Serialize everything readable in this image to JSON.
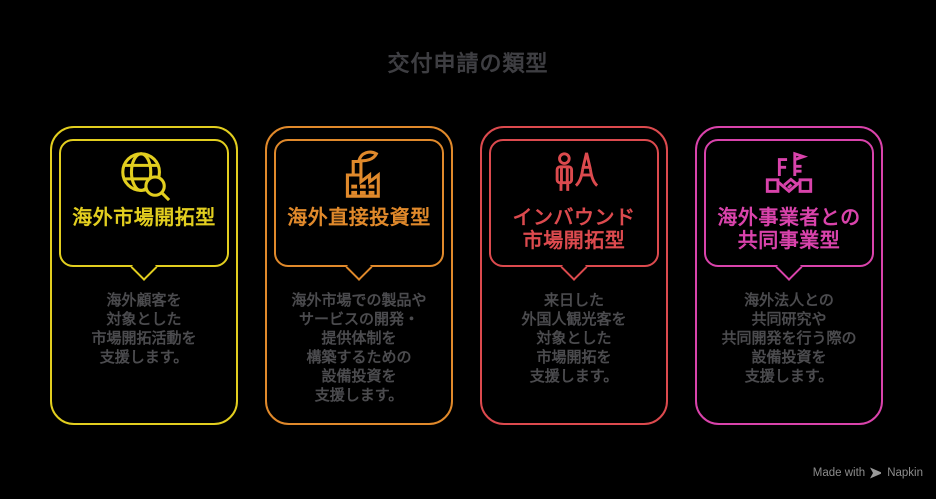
{
  "page": {
    "background": "#000000"
  },
  "title": {
    "text": "交付申請の類型",
    "color": "#3E3E42"
  },
  "cards": [
    {
      "color": "#E2CE1F",
      "icon": "globe-search-icon",
      "title": "海外市場開拓型",
      "description": "海外顧客を\n対象とした\n市場開拓活動を\n支援します。"
    },
    {
      "color": "#E0892B",
      "icon": "factory-icon",
      "title": "海外直接投資型",
      "description": "海外市場での製品や\nサービスの開発・\n提供体制を\n構築するための\n設備投資を\n支援します。"
    },
    {
      "color": "#DC4A4E",
      "icon": "tourist-landmark-icon",
      "title": "インバウンド\n市場開拓型",
      "description": "来日した\n外国人観光客を\n対象とした\n市場開拓を\n支援します。"
    },
    {
      "color": "#D943AB",
      "icon": "handshake-buildings-icon",
      "title": "海外事業者との\n共同事業型",
      "description": "海外法人との\n共同研究や\n共同開発を行う際の\n設備投資を\n支援します。"
    }
  ],
  "footer": {
    "made_with": "Made with",
    "brand": "Napkin"
  }
}
